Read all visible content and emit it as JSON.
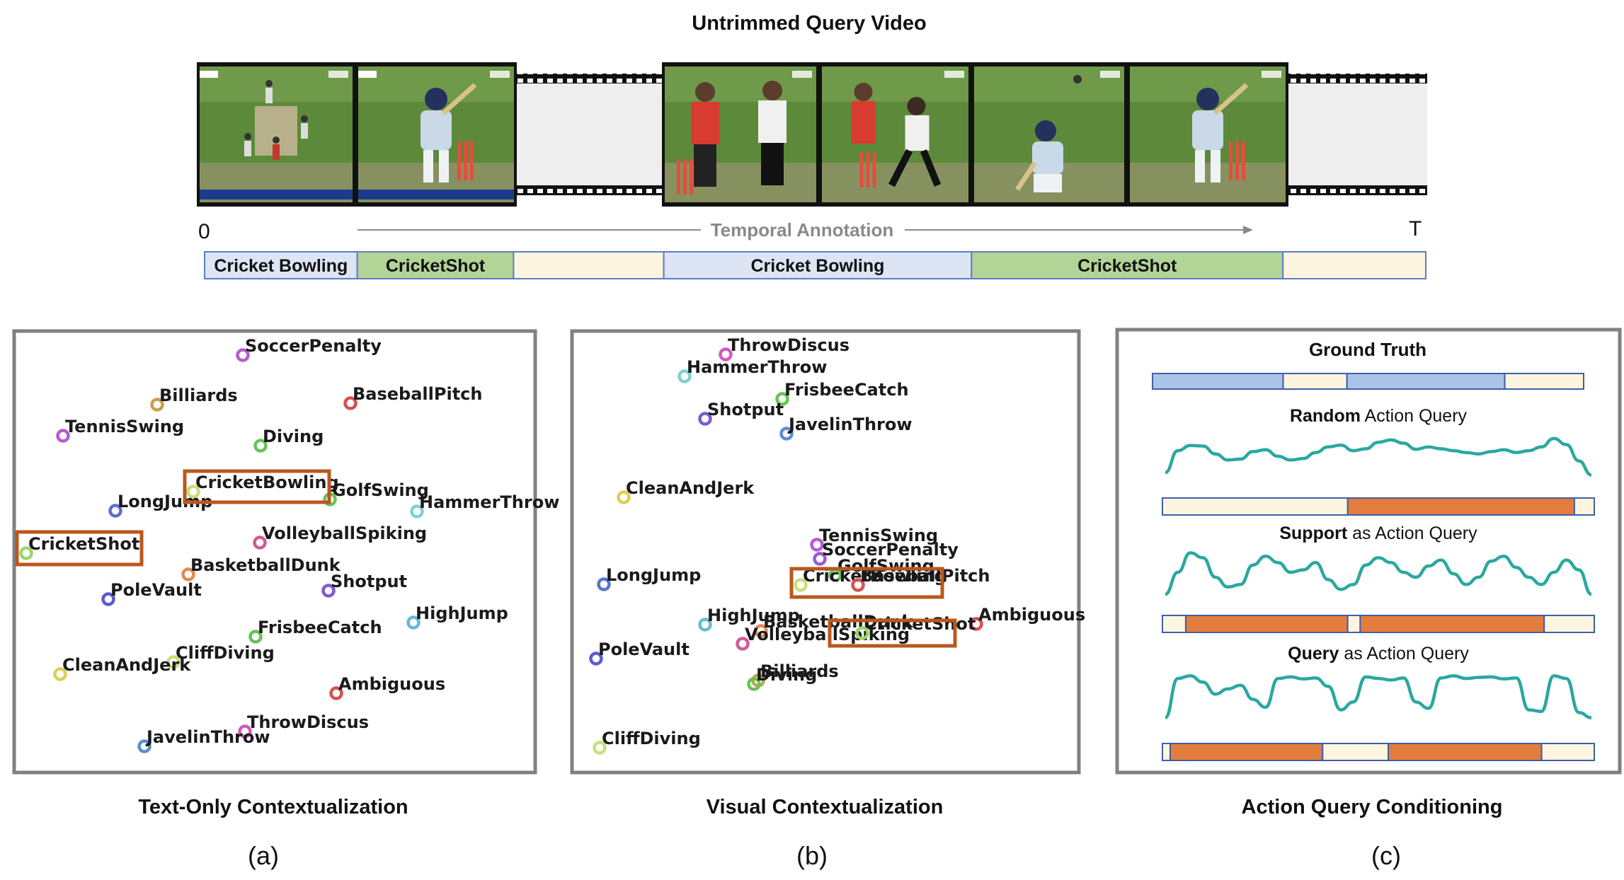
{
  "header": {
    "title": "Untrimmed Query Video",
    "axis_start": "0",
    "axis_end": "T",
    "axis_label": "Temporal Annotation"
  },
  "timeline": [
    {
      "label": "Cricket Bowling",
      "kind": "bowl",
      "start": 0.0,
      "end": 0.125
    },
    {
      "label": "CricketShot",
      "kind": "shot",
      "start": 0.125,
      "end": 0.253
    },
    {
      "label": "",
      "kind": "bg",
      "start": 0.253,
      "end": 0.376
    },
    {
      "label": "Cricket Bowling",
      "kind": "bowl",
      "start": 0.376,
      "end": 0.628
    },
    {
      "label": "CricketShot",
      "kind": "shot",
      "start": 0.628,
      "end": 0.883
    },
    {
      "label": "",
      "kind": "bg",
      "start": 0.883,
      "end": 1.0
    }
  ],
  "colors": {
    "bowl": "#dde5f5",
    "shot": "#b2d496",
    "bg": "#fdf5df",
    "ground_bowl": "#a9c4e6",
    "action": "#e47c3d",
    "curve": "#2aa8a0",
    "highlight": "#b9581f",
    "panel_border": "#808080"
  },
  "panel_a": {
    "caption": "Text-Only Contextualization",
    "sub": "(a)",
    "points": [
      {
        "label": "SoccerPenalty",
        "color": "#b55bd0"
      },
      {
        "label": "Billiards",
        "color": "#c7a14a"
      },
      {
        "label": "BaseballPitch",
        "color": "#d65050"
      },
      {
        "label": "TennisSwing",
        "color": "#b55bd0"
      },
      {
        "label": "Diving",
        "color": "#66c455"
      },
      {
        "label": "CricketBowling",
        "color": "#c7e07a",
        "highlight": true
      },
      {
        "label": "GolfSwing",
        "color": "#66c455"
      },
      {
        "label": "LongJump",
        "color": "#5b74c7"
      },
      {
        "label": "HammerThrow",
        "color": "#7fd1cf"
      },
      {
        "label": "CricketShot",
        "color": "#9ad66b",
        "highlight": true
      },
      {
        "label": "VolleyballSpiking",
        "color": "#d05b95"
      },
      {
        "label": "BasketballDunk",
        "color": "#e28b54"
      },
      {
        "label": "PoleVault",
        "color": "#5b5bd0"
      },
      {
        "label": "Shotput",
        "color": "#7b5bd0"
      },
      {
        "label": "HighJump",
        "color": "#68b9d9"
      },
      {
        "label": "FrisbeeCatch",
        "color": "#66c455"
      },
      {
        "label": "CliffDiving",
        "color": "#c7e07a"
      },
      {
        "label": "CleanAndJerk",
        "color": "#d9d05b"
      },
      {
        "label": "Ambiguous",
        "color": "#d65050"
      },
      {
        "label": "ThrowDiscus",
        "color": "#d05bc2"
      },
      {
        "label": "JavelinThrow",
        "color": "#5b8fd0"
      }
    ]
  },
  "panel_b": {
    "caption": "Visual Contextualization",
    "sub": "(b)",
    "points": [
      {
        "label": "ThrowDiscus",
        "color": "#d05bc2"
      },
      {
        "label": "HammerThrow",
        "color": "#7fd1cf"
      },
      {
        "label": "FrisbeeCatch",
        "color": "#66c455"
      },
      {
        "label": "Shotput",
        "color": "#7b5bd0"
      },
      {
        "label": "JavelinThrow",
        "color": "#5b8fd0"
      },
      {
        "label": "CleanAndJerk",
        "color": "#d9d05b"
      },
      {
        "label": "TennisSwing",
        "color": "#b55bd0"
      },
      {
        "label": "SoccerPenalty",
        "color": "#9b5bd0"
      },
      {
        "label": "GolfSwing",
        "color": "#66c455"
      },
      {
        "label": "CricketBowling",
        "color": "#c7e07a",
        "highlight": true
      },
      {
        "label": "BaseballPitch",
        "color": "#d65050"
      },
      {
        "label": "LongJump",
        "color": "#5b74c7"
      },
      {
        "label": "Ambiguous",
        "color": "#d65050"
      },
      {
        "label": "HighJump",
        "color": "#68b9d9"
      },
      {
        "label": "BasketballDunk",
        "color": "#e28b54"
      },
      {
        "label": "VolleyballSpiking",
        "color": "#d05b95"
      },
      {
        "label": "CricketShot",
        "color": "#9ad66b",
        "highlight": true
      },
      {
        "label": "PoleVault",
        "color": "#5b5bd0"
      },
      {
        "label": "Billiards",
        "color": "#c7a14a"
      },
      {
        "label": "Diving",
        "color": "#66c455"
      },
      {
        "label": "CliffDiving",
        "color": "#c7e07a"
      }
    ]
  },
  "panel_c": {
    "caption": "Action Query Conditioning",
    "sub": "(c)",
    "ground_truth_title": "Ground Truth",
    "ground_truth": [
      {
        "kind": "ground_bowl",
        "start": 0.0,
        "end": 0.303
      },
      {
        "kind": "bg",
        "start": 0.303,
        "end": 0.451
      },
      {
        "kind": "ground_bowl",
        "start": 0.451,
        "end": 0.817
      },
      {
        "kind": "bg",
        "start": 0.817,
        "end": 1.0
      }
    ],
    "queries": [
      {
        "title_bold": "Random",
        "title_rest": " Action Query",
        "curve": [
          0.15,
          0.62,
          0.73,
          0.72,
          0.55,
          0.42,
          0.44,
          0.6,
          0.64,
          0.5,
          0.42,
          0.45,
          0.58,
          0.7,
          0.74,
          0.62,
          0.66,
          0.8,
          0.85,
          0.78,
          0.65,
          0.7,
          0.66,
          0.62,
          0.58,
          0.55,
          0.6,
          0.64,
          0.58,
          0.62,
          0.7,
          0.88,
          0.75,
          0.4,
          0.1
        ],
        "segments": [
          {
            "kind": "bg",
            "start": 0.0,
            "end": 0.429
          },
          {
            "kind": "action",
            "start": 0.429,
            "end": 0.954
          },
          {
            "kind": "bg",
            "start": 0.954,
            "end": 1.0
          }
        ]
      },
      {
        "title_bold": "Support",
        "title_rest": " as Action Query",
        "curve": [
          0.1,
          0.55,
          0.95,
          0.85,
          0.45,
          0.25,
          0.3,
          0.7,
          0.88,
          0.75,
          0.55,
          0.6,
          0.75,
          0.4,
          0.2,
          0.3,
          0.7,
          0.85,
          0.75,
          0.55,
          0.45,
          0.68,
          0.8,
          0.52,
          0.3,
          0.45,
          0.78,
          0.88,
          0.65,
          0.45,
          0.3,
          0.55,
          0.8,
          0.6,
          0.1
        ],
        "segments": [
          {
            "kind": "bg",
            "start": 0.0,
            "end": 0.054
          },
          {
            "kind": "action",
            "start": 0.054,
            "end": 0.429
          },
          {
            "kind": "bg",
            "start": 0.429,
            "end": 0.458
          },
          {
            "kind": "action",
            "start": 0.458,
            "end": 0.884
          },
          {
            "kind": "bg",
            "start": 0.884,
            "end": 1.0
          }
        ]
      },
      {
        "title_bold": "Query",
        "title_rest": " as Action Query",
        "curve": [
          0.1,
          0.85,
          0.9,
          0.78,
          0.55,
          0.65,
          0.72,
          0.45,
          0.3,
          0.85,
          0.88,
          0.84,
          0.86,
          0.7,
          0.25,
          0.4,
          0.88,
          0.85,
          0.82,
          0.86,
          0.4,
          0.28,
          0.86,
          0.9,
          0.85,
          0.87,
          0.88,
          0.84,
          0.86,
          0.25,
          0.22,
          0.9,
          0.85,
          0.2,
          0.1
        ],
        "segments": [
          {
            "kind": "bg",
            "start": 0.0,
            "end": 0.018
          },
          {
            "kind": "action",
            "start": 0.018,
            "end": 0.371
          },
          {
            "kind": "bg",
            "start": 0.371,
            "end": 0.523
          },
          {
            "kind": "action",
            "start": 0.523,
            "end": 0.878
          },
          {
            "kind": "bg",
            "start": 0.878,
            "end": 1.0
          }
        ]
      }
    ]
  }
}
